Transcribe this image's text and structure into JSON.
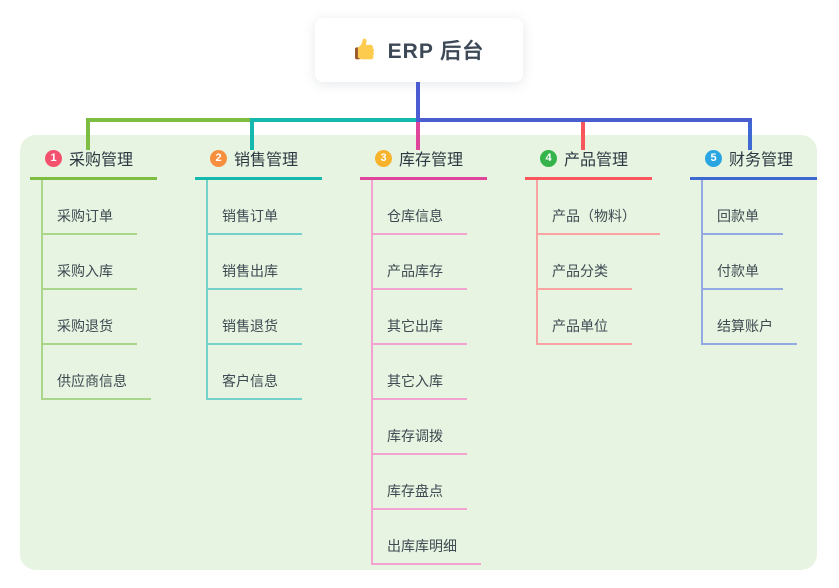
{
  "root": {
    "title": "ERP 后台",
    "icon": "thumbs-up-icon"
  },
  "colors": {
    "root_line": "#4b5bd2",
    "bus_right": "#4a5ecf",
    "panel_bg": "#e6f4e1",
    "header_text": "#2c3842",
    "item_text": "#3e4a52",
    "root_text": "#3c4856"
  },
  "branches": [
    {
      "index": "1",
      "title": "采购管理",
      "color": "#7dbd42",
      "light": "#a9d68a",
      "badge_color": "#f4516f",
      "items": [
        "采购订单",
        "采购入库",
        "采购退货",
        "供应商信息"
      ]
    },
    {
      "index": "2",
      "title": "销售管理",
      "color": "#15b8ad",
      "light": "#74d2ca",
      "badge_color": "#f7903e",
      "items": [
        "销售订单",
        "销售出库",
        "销售退货",
        "客户信息"
      ]
    },
    {
      "index": "3",
      "title": "库存管理",
      "color": "#e0459c",
      "light": "#f2a3cf",
      "badge_color": "#f8b32c",
      "items": [
        "仓库信息",
        "产品库存",
        "其它出库",
        "其它入库",
        "库存调拨",
        "库存盘点",
        "出库库明细"
      ]
    },
    {
      "index": "4",
      "title": "产品管理",
      "color": "#f8555c",
      "light": "#f9a3a3",
      "badge_color": "#34b44a",
      "items": [
        "产品（物料）",
        "产品分类",
        "产品单位"
      ]
    },
    {
      "index": "5",
      "title": "财务管理",
      "color": "#3f69d2",
      "light": "#92a9e2",
      "badge_color": "#29a6e2",
      "items": [
        "回款单",
        "付款单",
        "结算账户"
      ]
    }
  ]
}
